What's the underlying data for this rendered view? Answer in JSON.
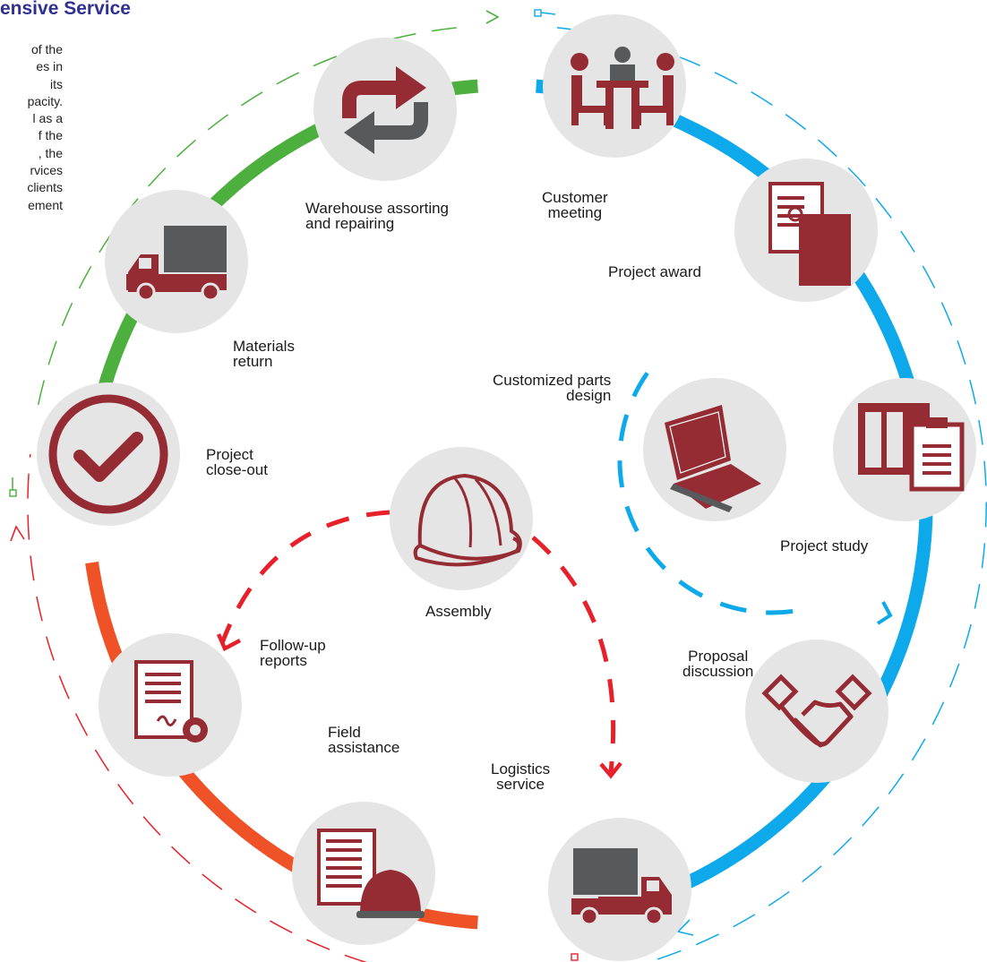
{
  "title": "ensive Service",
  "intro_lines": [
    "of the",
    "es in",
    "its",
    "pacity.",
    "l as a",
    "f the",
    ", the",
    "rvices",
    "clients",
    "ement"
  ],
  "steps": [
    {
      "id": "customer-meeting",
      "label": "Customer\nmeeting",
      "icon": "meeting-icon"
    },
    {
      "id": "project-award",
      "label": "Project award",
      "icon": "document-award-icon"
    },
    {
      "id": "project-study",
      "label": "Project study",
      "icon": "clipboard-study-icon"
    },
    {
      "id": "proposal-discussion",
      "label": "Proposal\ndiscussion",
      "icon": "handshake-icon"
    },
    {
      "id": "logistics-service",
      "label": "Logistics\nservice",
      "icon": "truck-icon"
    },
    {
      "id": "field-assistance",
      "label": "Field\nassistance",
      "icon": "document-helmet-icon"
    },
    {
      "id": "follow-up-reports",
      "label": "Follow-up\nreports",
      "icon": "certificate-icon"
    },
    {
      "id": "project-close-out",
      "label": "Project\nclose-out",
      "icon": "checkmark-icon"
    },
    {
      "id": "materials-return",
      "label": "Materials\nreturn",
      "icon": "truck-icon"
    },
    {
      "id": "warehouse-assorting",
      "label": "Warehouse assorting\nand repairing",
      "icon": "repeat-arrows-icon"
    },
    {
      "id": "customized-parts-design",
      "label": "Customized parts\ndesign",
      "icon": "laptop-icon"
    },
    {
      "id": "assembly",
      "label": "Assembly",
      "icon": "hard-hat-icon"
    }
  ],
  "colors": {
    "blue": "#0ea9ea",
    "green": "#4caf3e",
    "orange": "#ee5226",
    "red": "#e8202a",
    "icon": "#952b33",
    "iconDark": "#58595b",
    "circle": "#e5e5e6",
    "title": "#2e3192"
  }
}
